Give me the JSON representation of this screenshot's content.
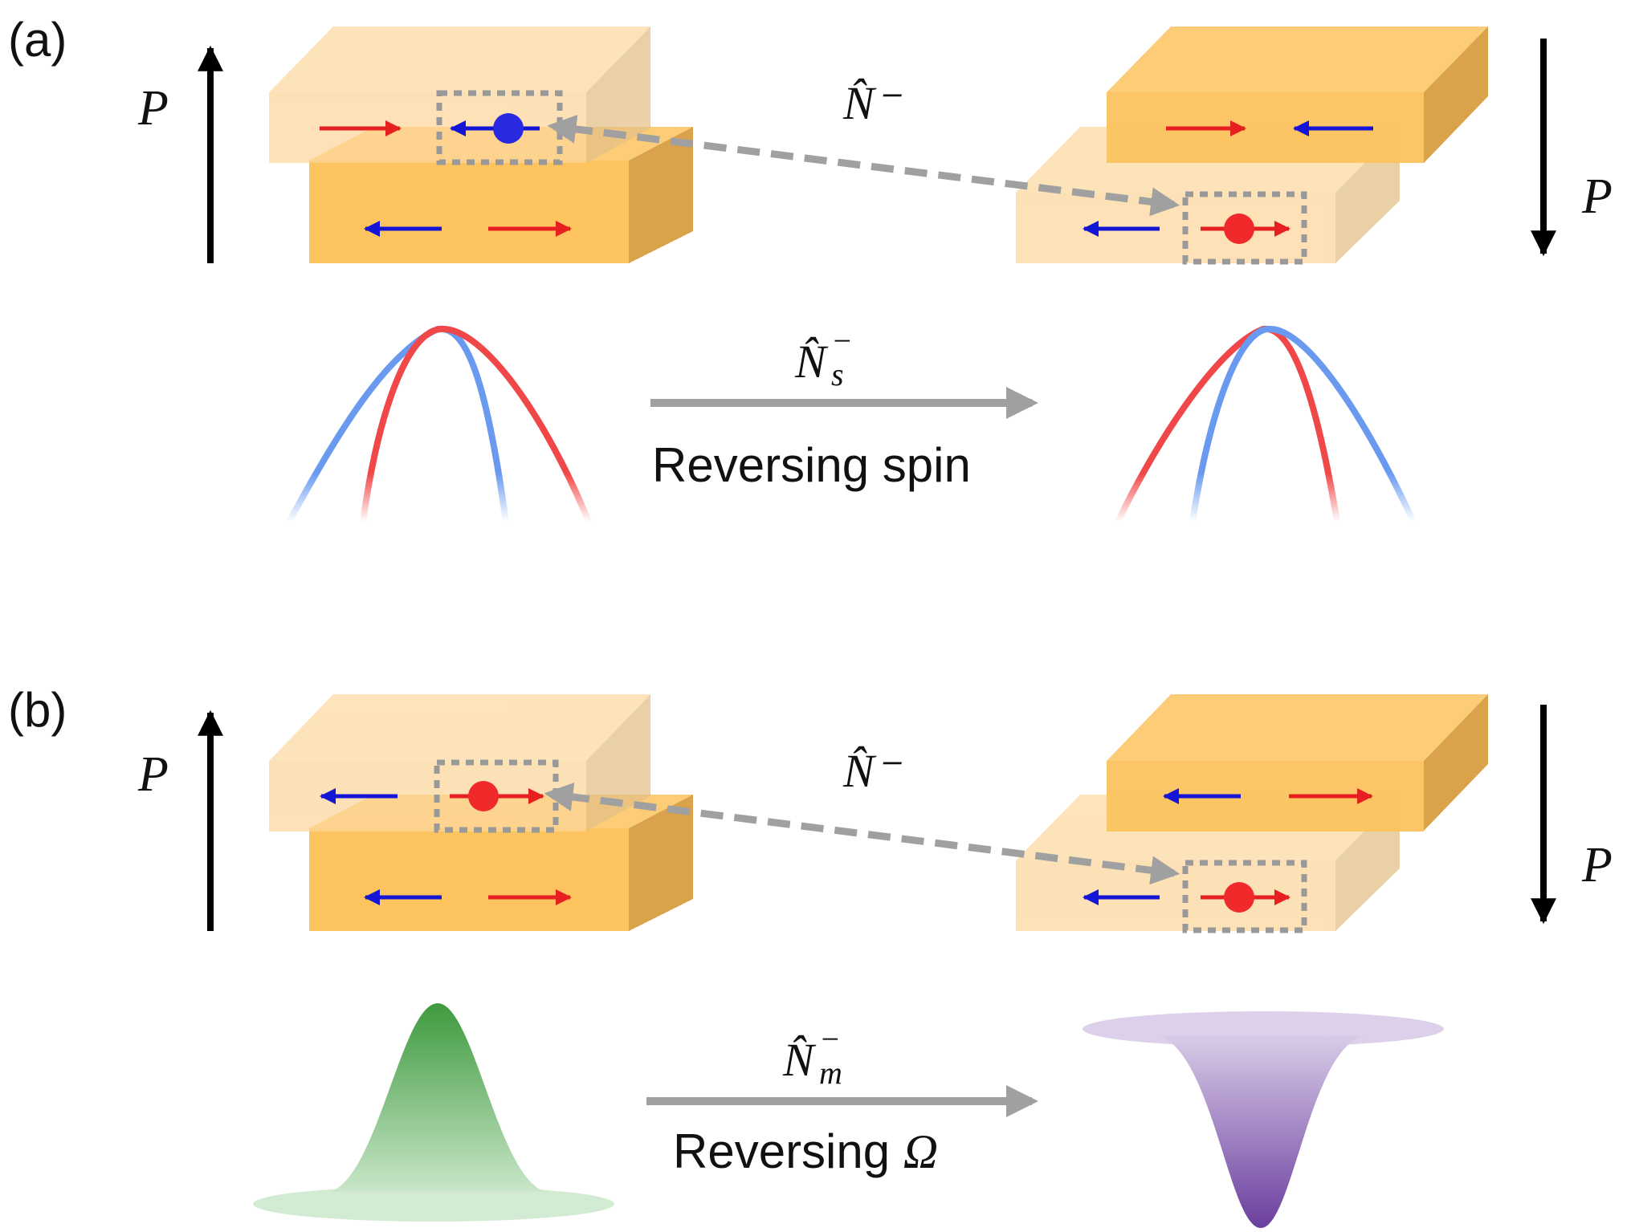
{
  "panel_a": {
    "label": "(a)",
    "polarization_up": "P",
    "polarization_down": "P",
    "operator_top": "N̂⁻",
    "operator_mid": "N̂",
    "operator_mid_sub": "s",
    "operator_mid_sup": "−",
    "transform_caption": "Reversing spin"
  },
  "panel_b": {
    "label": "(b)",
    "polarization_up": "P",
    "polarization_down": "P",
    "operator_top": "N̂⁻",
    "operator_mid": "N̂",
    "operator_mid_sub": "m",
    "operator_mid_sup": "−",
    "transform_caption_text": "Reversing ",
    "transform_caption_symbol": "Ω"
  },
  "colors": {
    "slab_front": "#FCC35E",
    "slab_top": "#FDD38A",
    "slab_side": "#D9A24B",
    "spin_up": "#E62020",
    "spin_down": "#1515D6",
    "band_red": "#F04848",
    "band_blue": "#6A9AF0",
    "peak_green": "#4CA64C",
    "dip_purple": "#7A4EA8",
    "connector_gray": "#A0A0A0"
  }
}
